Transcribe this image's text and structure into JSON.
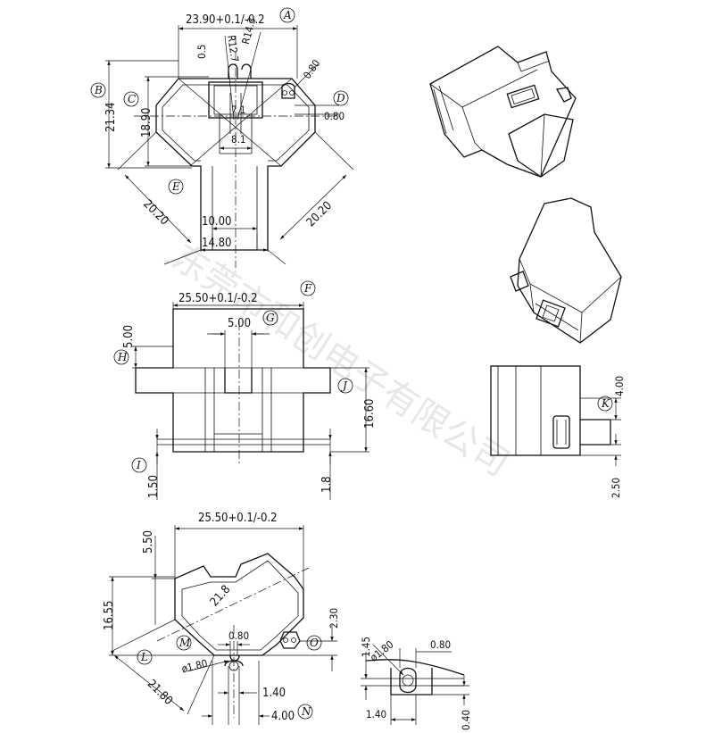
{
  "watermark": "东莞市和创电子有限公司",
  "top_view": {
    "width": "23.90+0.1/-0.2",
    "slot_depth": "0.5",
    "radius_inner": "R12.7",
    "radius_outer": "R14.3",
    "clip_width": "0.80",
    "clip_height": "0.80",
    "overall_height": "21.34",
    "inner_height": "18.90",
    "inner_label_a": "7.1",
    "inner_label_b": "8.1",
    "diag_left": "20.20",
    "diag_right": "20.20",
    "bottom_inner": "10.00",
    "bottom_outer": "14.80"
  },
  "front_view": {
    "width": "25.50+0.1/-0.2",
    "slot_width": "5.00",
    "slot_depth": "5.00",
    "height": "16.60",
    "base_left": "1.50",
    "base_right": "1.8"
  },
  "side_view": {
    "tab_height": "4.00",
    "tab_offset": "2.50"
  },
  "bottom_view": {
    "width": "25.50+0.1/-0.2",
    "top_offset": "5.50",
    "height": "16.55",
    "diagonal": "21.8",
    "clip_width": "0.80",
    "clip_gap": "2.30",
    "hole_dia": "ø1.80",
    "left_diag": "21.80",
    "bottom_a": "1.40",
    "bottom_b": "4.00"
  },
  "detail_view": {
    "height": "1.45",
    "hole_dia": "ø1.80",
    "width": "0.80",
    "bottom_w": "1.40",
    "bottom_h": "0.40"
  },
  "letters": [
    "A",
    "B",
    "C",
    "D",
    "E",
    "F",
    "G",
    "H",
    "I",
    "J",
    "K",
    "L",
    "M",
    "N",
    "O"
  ]
}
